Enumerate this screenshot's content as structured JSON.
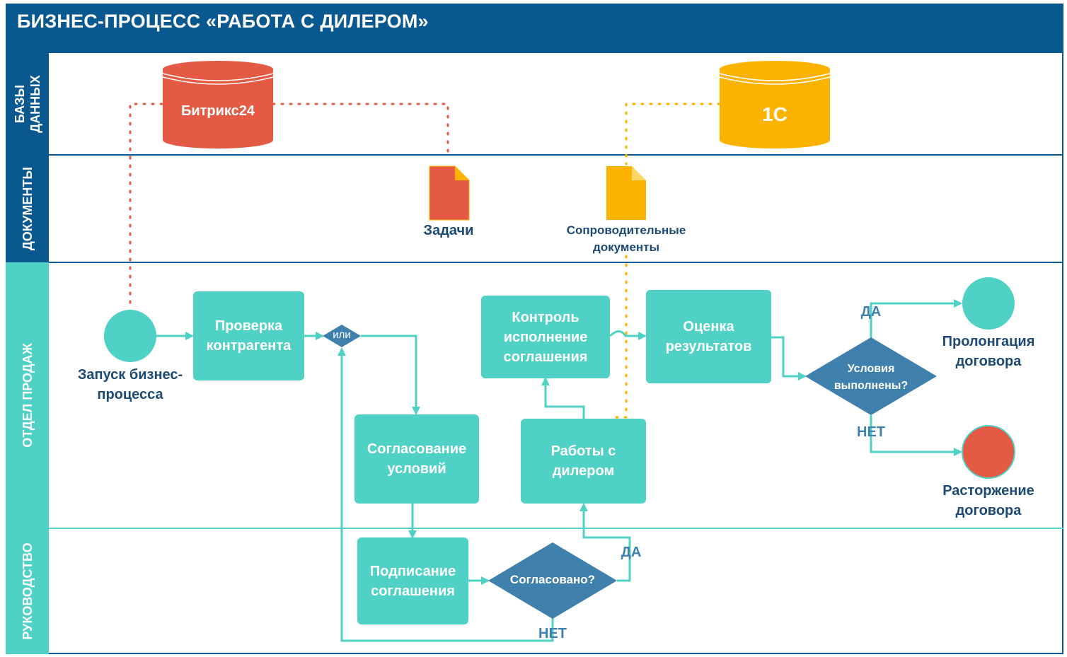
{
  "title": "БИЗНЕС-ПРОЦЕСС «РАБОТА С ДИЛЕРОМ»",
  "lanes": {
    "databases": "БАЗЫ ДАННЫХ",
    "documents": "ДОКУМЕНТЫ",
    "sales": "ОТДЕЛ ПРОДАЖ",
    "management": "РУКОВОДСТВО"
  },
  "databases": {
    "bitrix": "Битрикс24",
    "onec": "1С"
  },
  "documents": {
    "tasks": "Задачи",
    "accompanying": "Сопроводительные документы"
  },
  "nodes": {
    "start": "Запуск бизнес-процесса",
    "check": "Проверка контрагента",
    "or_gateway": "или",
    "terms": "Согласование условий",
    "signing": "Подписание соглашения",
    "agreed": "Согласовано?",
    "dealer_work": "Работы  с дилером",
    "control": "Контроль исполнение соглашения",
    "evaluation": "Оценка результатов",
    "conditions": "Условия выполнены?",
    "prolongation": "Пролонгация договора",
    "termination": "Расторжение договора"
  },
  "edge_labels": {
    "yes_agreed": "ДА",
    "no_agreed": "НЕТ",
    "yes_conditions": "ДА",
    "no_conditions": "НЕТ"
  },
  "colors": {
    "header_blue": "#0a5890",
    "teal": "#4fd1c5",
    "decision_blue": "#3f80ad",
    "red": "#e55a45",
    "amber": "#fbb300"
  }
}
